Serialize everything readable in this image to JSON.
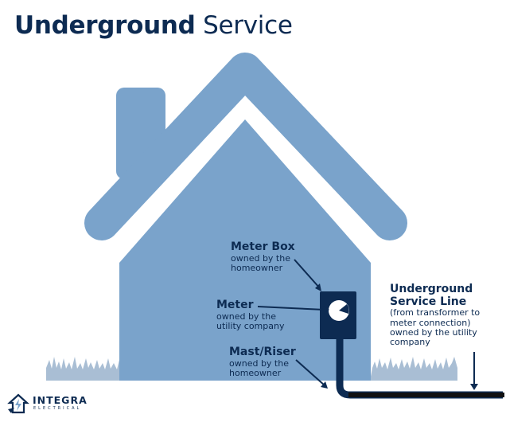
{
  "title": {
    "bold": "Underground",
    "light": "Service"
  },
  "labels": {
    "meter_box": {
      "head": "Meter Box",
      "sub": [
        "owned by the",
        "homeowner"
      ]
    },
    "meter": {
      "head": "Meter",
      "sub": [
        "owned by the",
        "utility company"
      ]
    },
    "mast_riser": {
      "head": "Mast/Riser",
      "sub": [
        "owned by the",
        "homeowner"
      ]
    },
    "service_line": {
      "head": [
        "Underground",
        "Service Line"
      ],
      "sub": [
        "(from transformer to",
        "meter connection)",
        "owned by the utility",
        "company"
      ]
    }
  },
  "logo": {
    "brand": "INTEGRA",
    "tag": "ELECTRICAL"
  },
  "colors": {
    "house": "#7aa3cb",
    "navy": "#0d2b52",
    "grass": "#a9bed4",
    "ground_line": "#111111"
  }
}
